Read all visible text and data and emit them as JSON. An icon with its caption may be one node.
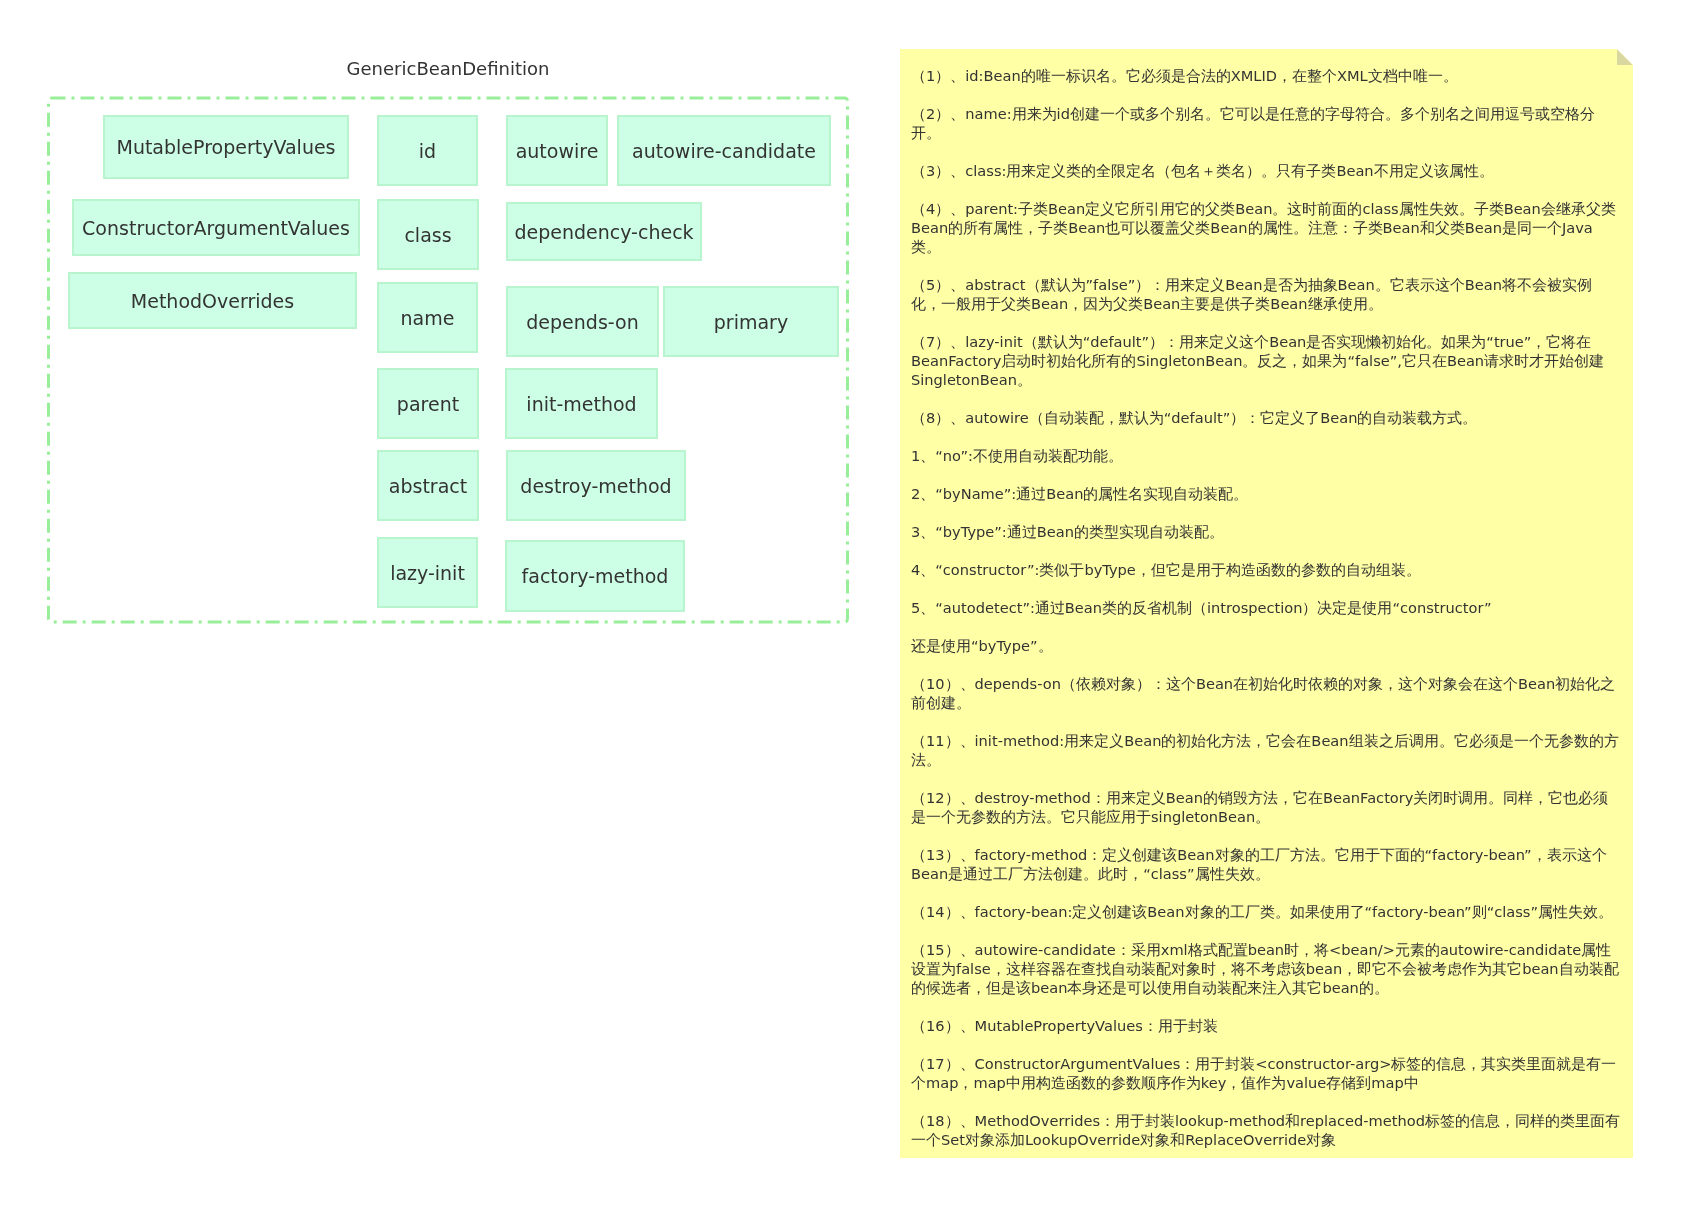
{
  "diagram": {
    "nodes": [
      {
        "text": [
          "GenericBeanDefinition"
        ]
      },
      {
        "text": [
          "MutablePropertyValues"
        ],
        "in": 0
      },
      {
        "text": [
          "id"
        ],
        "in": 0
      },
      {
        "text": [
          "autowire"
        ],
        "in": 0
      },
      {
        "text": [
          "autowire-candidate"
        ],
        "in": 0
      },
      {
        "text": [
          "ConstructorArgumentValues"
        ],
        "in": 0
      },
      {
        "text": [
          "class"
        ],
        "in": 0
      },
      {
        "text": [
          "dependency-check"
        ],
        "in": 0
      },
      {
        "text": [
          "MethodOverrides"
        ],
        "in": 0
      },
      {
        "text": [
          "name"
        ],
        "in": 0
      },
      {
        "text": [
          "depends-on"
        ],
        "in": 0
      },
      {
        "text": [
          "primary"
        ],
        "in": 0
      },
      {
        "text": [
          "parent"
        ],
        "in": 0
      },
      {
        "text": [
          "init-method"
        ],
        "in": 0
      },
      {
        "text": [
          "abstract"
        ],
        "in": 0
      },
      {
        "text": [
          "destroy-method"
        ],
        "in": 0
      },
      {
        "text": [
          "lazy-init"
        ],
        "in": 0
      },
      {
        "text": [
          "factory-method"
        ],
        "in": 0
      },
      {
        "text": [
          "（1）、id:Bean的唯一标识名。它必须是合法的XMLID，在整个XML文档中唯一。",
          "（2）、name:用来为id创建一个或多个别名。它可以是任意的字母符合。多个别名之间用逗号或空格分开。",
          "（3）、class:用来定义类的全限定名（包名＋类名）。只有子类Bean不用定义该属性。",
          "（4）、parent:子类Bean定义它所引用它的父类Bean。这时前面的class属性失效。子类Bean会继承父类Bean的所有属性，子类Bean也可以覆盖父类Bean的属性。注意：子类Bean和父类Bean是同一个Java类。",
          "（5）、abstract（默认为”false”）：用来定义Bean是否为抽象Bean。它表示这个Bean将不会被实例化，一般用于父类Bean，因为父类Bean主要是供子类Bean继承使用。",
          "（7）、lazy-init（默认为“default”）：用来定义这个Bean是否实现懒初始化。如果为“true”，它将在BeanFactory启动时初始化所有的SingletonBean。反之，如果为“false”,它只在Bean请求时才开始创建SingletonBean。",
          "（8）、autowire（自动装配，默认为“default”）：它定义了Bean的自动装载方式。",
          "1、“no”:不使用自动装配功能。",
          "2、“byName”:通过Bean的属性名实现自动装配。",
          "3、“byType”:通过Bean的类型实现自动装配。",
          "4、“constructor”:类似于byType，但它是用于构造函数的参数的自动组装。",
          "5、“autodetect”:通过Bean类的反省机制（introspection）决定是使用“constructor”",
          "还是使用“byType”。",
          "（10）、depends-on（依赖对象）：这个Bean在初始化时依赖的对象，这个对象会在这个Bean初始化之前创建。",
          "（11）、init-method:用来定义Bean的初始化方法，它会在Bean组装之后调用。它必须是一个无参数的方法。",
          "（12）、destroy-method：用来定义Bean的销毁方法，它在BeanFactory关闭时调用。同样，它也必须是一个无参数的方法。它只能应用于singletonBean。",
          "（13）、factory-method：定义创建该Bean对象的工厂方法。它用于下面的“factory-bean”，表示这个Bean是通过工厂方法创建。此时，“class”属性失效。",
          "（14）、factory-bean:定义创建该Bean对象的工厂类。如果使用了“factory-bean”则“class”属性失效。",
          "（15）、autowire-candidate：采用xml格式配置bean时，将<bean/>元素的autowire-candidate属性设置为false，这样容器在查找自动装配对象时，将不考虑该bean，即它不会被考虑作为其它bean自动装配的候选者，但是该bean本身还是可以使用自动装配来注入其它bean的。",
          "（16）、MutablePropertyValues：用于封装",
          "（17）、ConstructorArgumentValues：用于封装<constructor-arg>标签的信息，其实类里面就是有一个map，map中用构造函数的参数顺序作为key，值作为value存储到map中",
          "（18）、MethodOverrides：用于封装lookup-method和replaced-method标签的信息，同样的类里面有一个Set对象添加LookupOverride对象和ReplaceOverride对象"
        ]
      }
    ]
  }
}
